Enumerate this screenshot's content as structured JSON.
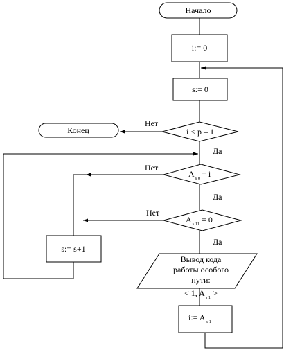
{
  "flowchart": {
    "start": "Начало",
    "end": "Конец",
    "init_i": "i:= 0",
    "init_s": "s:= 0",
    "increment_s": "s:= s+1",
    "cond1": {
      "a": "i < p – 1"
    },
    "cond2": {
      "a": "A",
      "sub": "s 0",
      "b": "= i"
    },
    "cond3": {
      "a": "A",
      "sub": "s 11",
      "b": "= 0"
    },
    "output": {
      "line1": "Вывод кода",
      "line2": "работы особого",
      "line3": "пути:",
      "line4a": "< 1, A",
      "line4sub": "s 1",
      "line4b": ">"
    },
    "assign_i": {
      "a": "i:= A",
      "sub": "s 1"
    },
    "labels": {
      "no1": "Нет",
      "no2": "Нет",
      "no3": "Нет",
      "yes1": "Да",
      "yes2": "Да",
      "yes3": "Да"
    }
  }
}
